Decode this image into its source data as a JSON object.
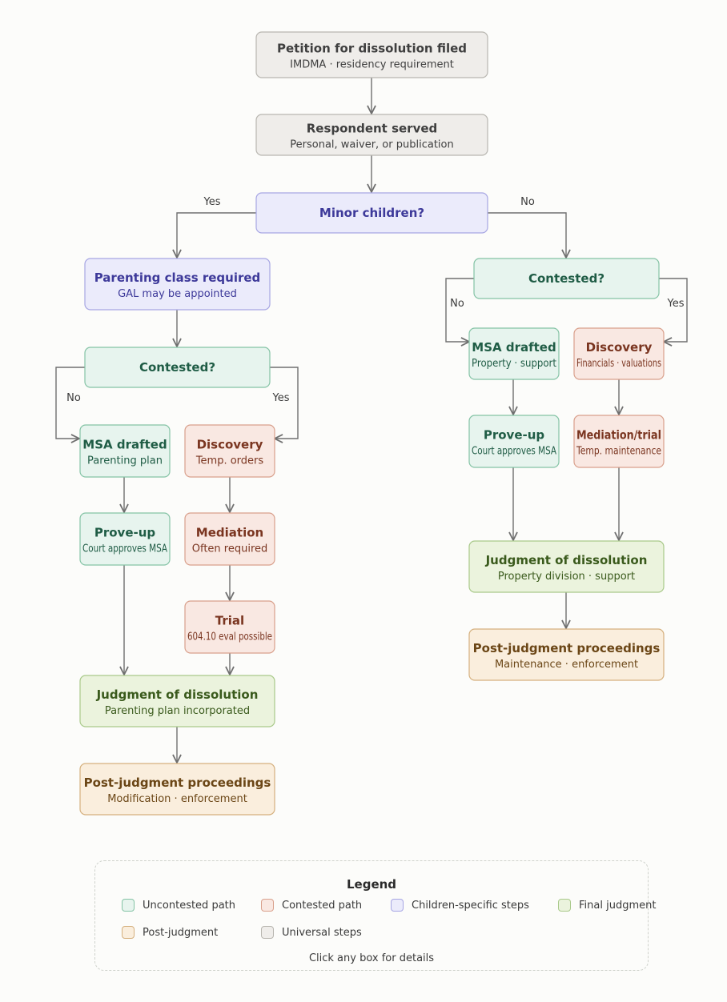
{
  "nodes": {
    "petition": {
      "title": "Petition for dissolution filed",
      "sub": "IMDMA · residency requirement"
    },
    "served": {
      "title": "Respondent served",
      "sub": "Personal, waiver, or publication"
    },
    "minor": {
      "title": "Minor children?"
    },
    "parenting": {
      "title": "Parenting class required",
      "sub": "GAL may be appointed"
    },
    "contested_l": {
      "title": "Contested?"
    },
    "msa_l": {
      "title": "MSA drafted",
      "sub": "Parenting plan"
    },
    "disc_l": {
      "title": "Discovery",
      "sub": "Temp. orders"
    },
    "prove_l": {
      "title": "Prove-up",
      "sub": "Court approves MSA"
    },
    "med_l": {
      "title": "Mediation",
      "sub": "Often required"
    },
    "trial_l": {
      "title": "Trial",
      "sub": "604.10 eval possible"
    },
    "judg_l": {
      "title": "Judgment of dissolution",
      "sub": "Parenting plan incorporated"
    },
    "post_l": {
      "title": "Post-judgment proceedings",
      "sub": "Modification · enforcement"
    },
    "contested_r": {
      "title": "Contested?"
    },
    "msa_r": {
      "title": "MSA drafted",
      "sub": "Property · support"
    },
    "disc_r": {
      "title": "Discovery",
      "sub": "Financials · valuations"
    },
    "prove_r": {
      "title": "Prove-up",
      "sub": "Court approves MSA"
    },
    "med_r": {
      "title": "Mediation/trial",
      "sub": "Temp. maintenance"
    },
    "judg_r": {
      "title": "Judgment of dissolution",
      "sub": "Property division · support"
    },
    "post_r": {
      "title": "Post-judgment proceedings",
      "sub": "Maintenance · enforcement"
    }
  },
  "edge_labels": {
    "yes": "Yes",
    "no": "No"
  },
  "legend": {
    "title": "Legend",
    "items": [
      {
        "label": "Uncontested path",
        "fill": "#e7f4ee",
        "stroke": "#84c3a5"
      },
      {
        "label": "Contested path",
        "fill": "#f9e8e2",
        "stroke": "#d9a08c"
      },
      {
        "label": "Children-specific steps",
        "fill": "#ebebfb",
        "stroke": "#a7a6e3"
      },
      {
        "label": "Final judgment",
        "fill": "#ebf3dd",
        "stroke": "#a9c98a"
      },
      {
        "label": "Post-judgment",
        "fill": "#faeedd",
        "stroke": "#d5b07e"
      },
      {
        "label": "Universal steps",
        "fill": "#efedea",
        "stroke": "#b8b6b0"
      }
    ],
    "hint": "Click any box for details"
  },
  "colors": {
    "universal": {
      "fill": "#efedea",
      "stroke": "#b8b6b0",
      "text": "#3f3f3f"
    },
    "children": {
      "fill": "#ebebfb",
      "stroke": "#a7a6e3",
      "text": "#3e3a9a"
    },
    "uncontested": {
      "fill": "#e7f4ee",
      "stroke": "#84c3a5",
      "text": "#1f5c45"
    },
    "contested": {
      "fill": "#f9e8e2",
      "stroke": "#d9a08c",
      "text": "#7a3520"
    },
    "judgment": {
      "fill": "#ebf3dd",
      "stroke": "#a9c98a",
      "text": "#3a5a1c"
    },
    "post": {
      "fill": "#faeedd",
      "stroke": "#d5b07e",
      "text": "#6b4616"
    },
    "edge": "#6f6f6f"
  }
}
